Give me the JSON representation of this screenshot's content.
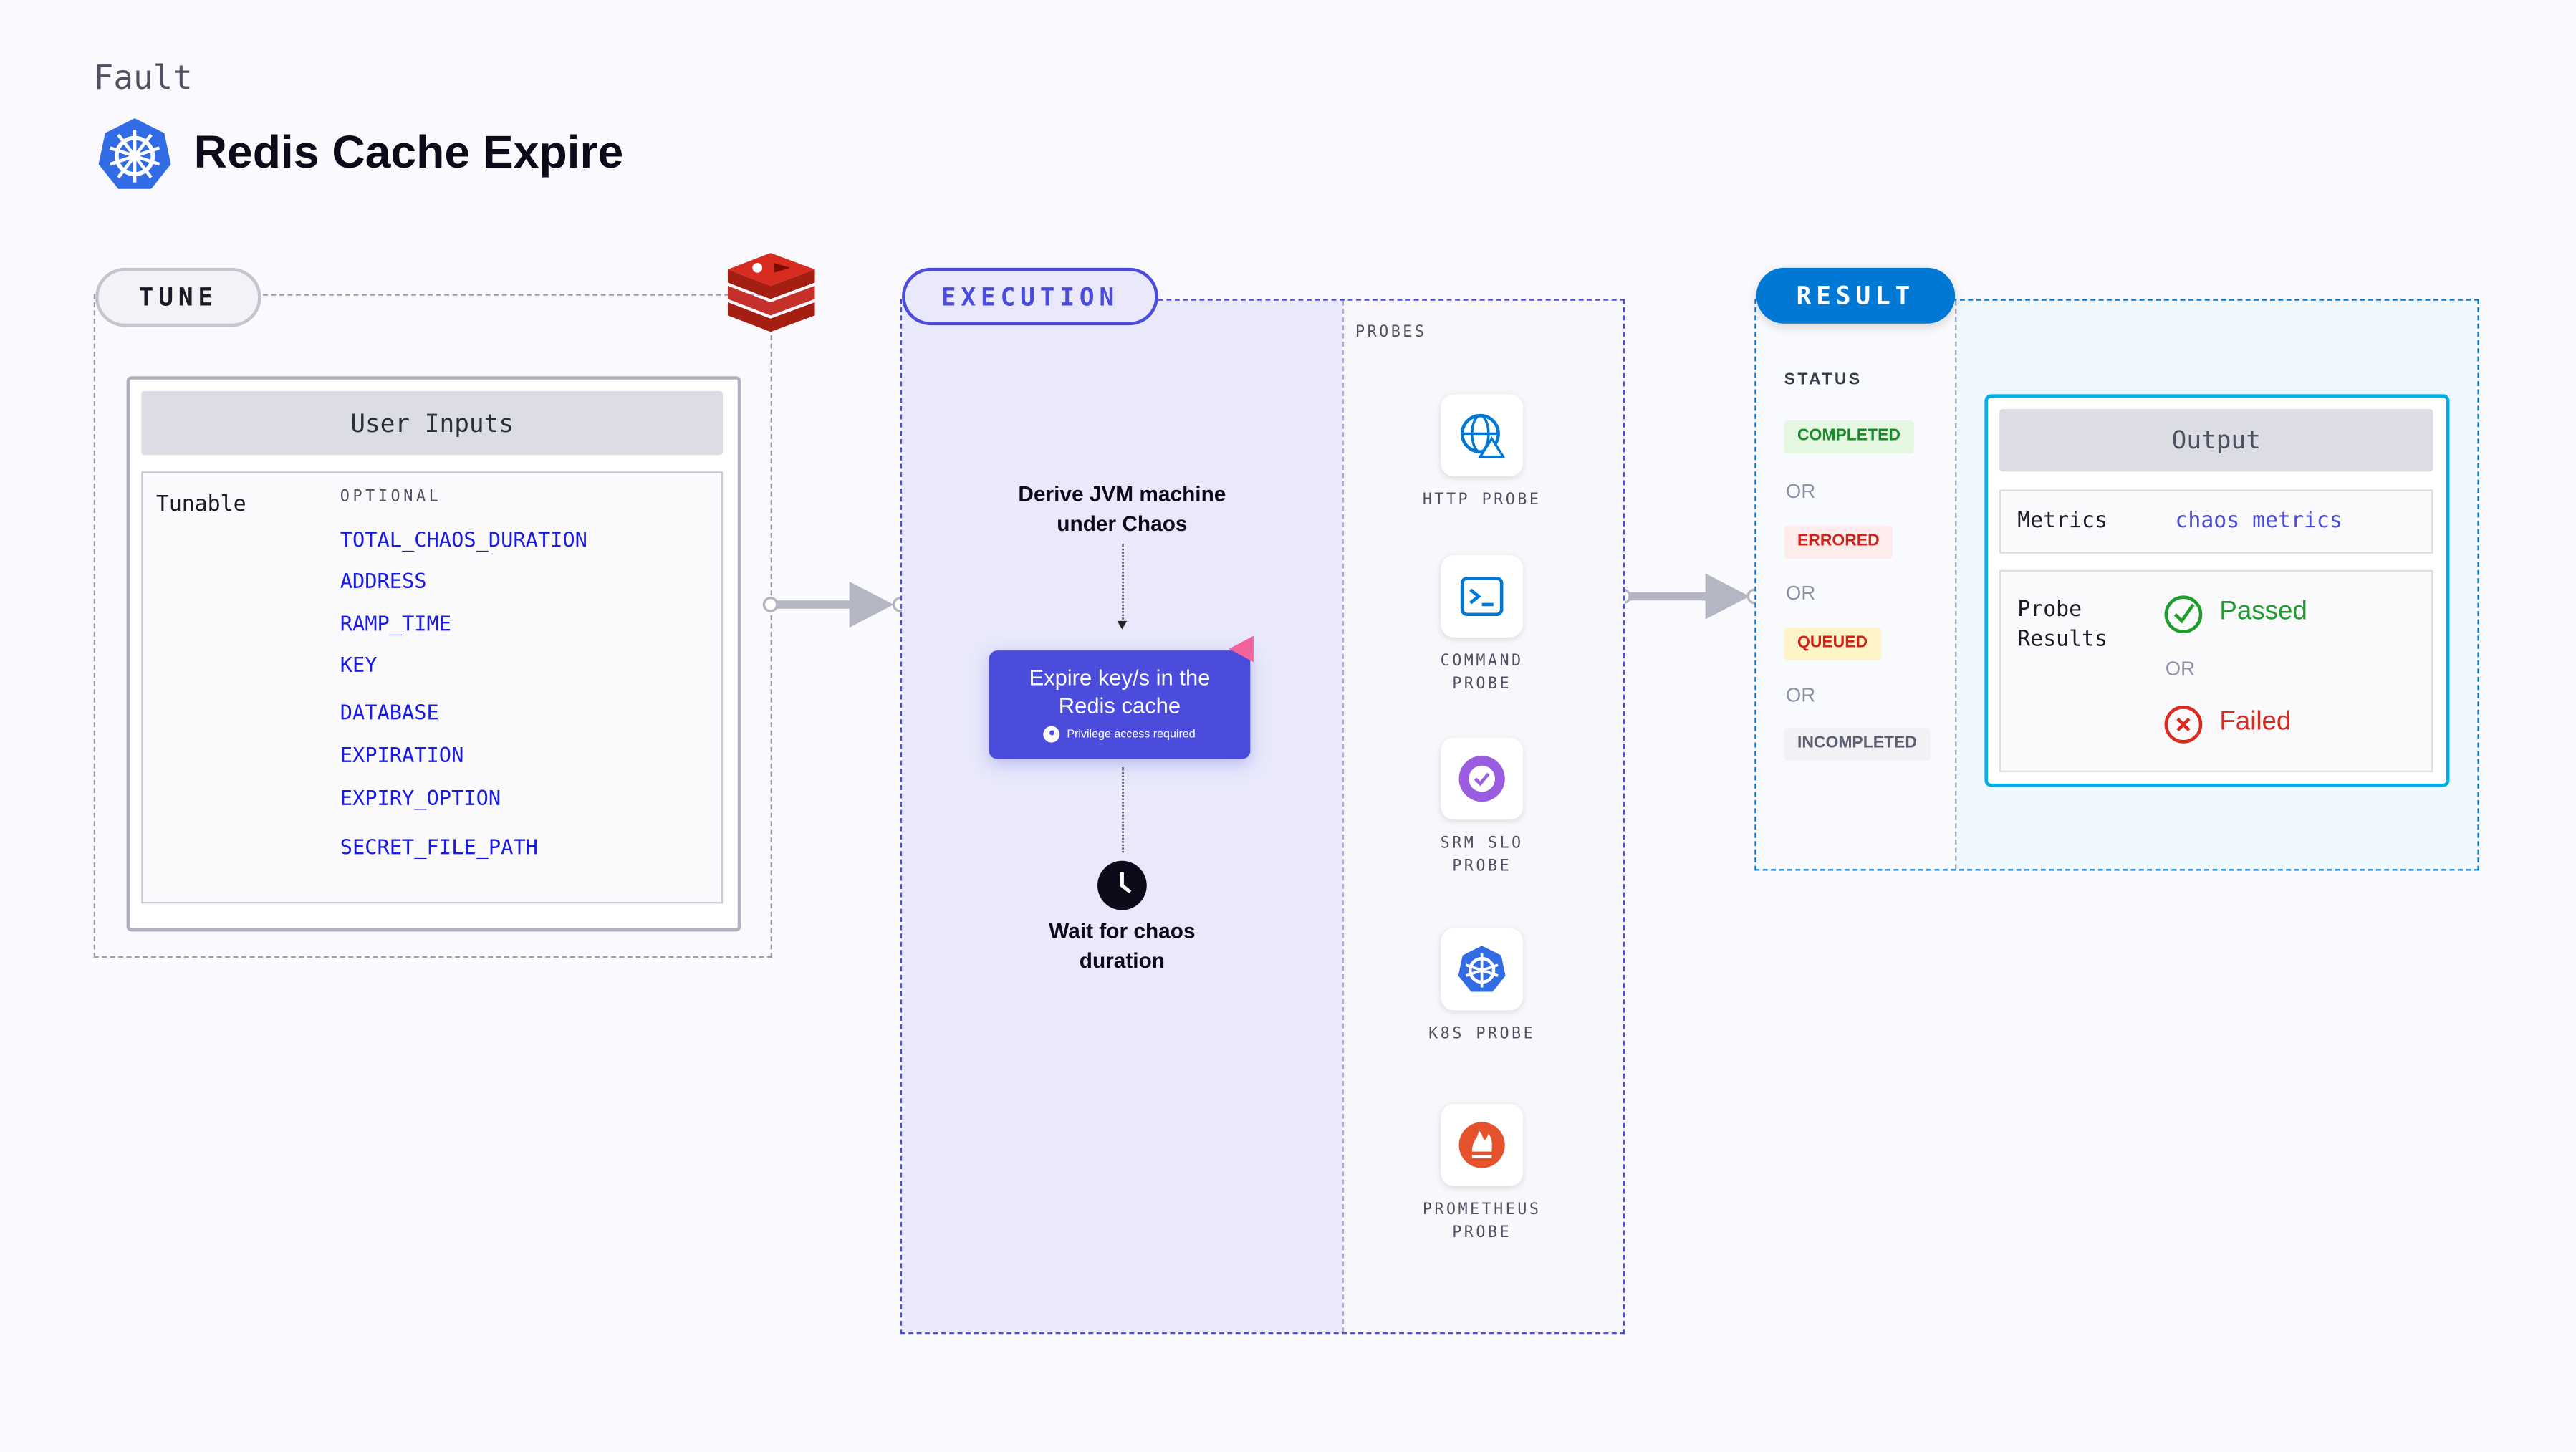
{
  "header": {
    "kicker": "Fault",
    "title": "Redis Cache Expire",
    "logo_icon": "kubernetes-icon"
  },
  "tune": {
    "label": "TUNE",
    "icon": "redis-icon",
    "card_title": "User Inputs",
    "tunable_label": "Tunable",
    "optional_label": "OPTIONAL",
    "items": [
      "TOTAL_CHAOS_DURATION",
      "ADDRESS",
      "RAMP_TIME",
      "KEY",
      "DATABASE",
      "EXPIRATION",
      "EXPIRY_OPTION",
      "SECRET_FILE_PATH"
    ]
  },
  "execution": {
    "label": "EXECUTION",
    "step1": "Derive JVM machine under Chaos",
    "step2": "Expire key/s in the Redis cache",
    "privilege": "Privilege access required",
    "step3": "Wait for chaos duration"
  },
  "probes": {
    "label": "PROBES",
    "items": [
      {
        "label": "HTTP PROBE",
        "icon": "globe-icon"
      },
      {
        "label": "COMMAND PROBE",
        "icon": "terminal-icon"
      },
      {
        "label": "SRM SLO PROBE",
        "icon": "slo-icon"
      },
      {
        "label": "K8S PROBE",
        "icon": "kubernetes-icon"
      },
      {
        "label": "PROMETHEUS PROBE",
        "icon": "prometheus-icon"
      }
    ]
  },
  "result": {
    "label": "RESULT",
    "status_label": "STATUS",
    "or": "OR",
    "statuses": [
      {
        "label": "COMPLETED",
        "color": "#1b8a2a",
        "bg": "#e4f7e1"
      },
      {
        "label": "ERRORED",
        "color": "#cf2318",
        "bg": "#fdeceb"
      },
      {
        "label": "QUEUED",
        "color": "#cf2318",
        "bg": "#fff4c7"
      },
      {
        "label": "INCOMPLETED",
        "color": "#5b5d70",
        "bg": "#f1f1f6"
      }
    ],
    "output": {
      "title": "Output",
      "metrics_label": "Metrics",
      "metrics_value": "chaos metrics",
      "probe_results_label": "Probe Results",
      "passed": "Passed",
      "failed": "Failed"
    }
  },
  "colors": {
    "execution": "#4b4bdc",
    "result": "#0078d4",
    "output_border": "#00ade4"
  }
}
